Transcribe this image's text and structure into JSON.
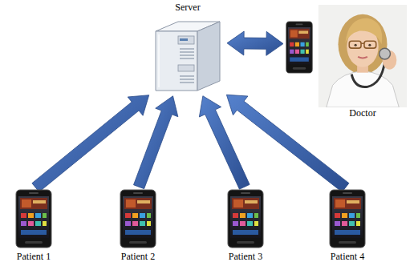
{
  "diagram": {
    "nodes": [
      {
        "text": [
          "Server"
        ]
      },
      {
        "text": [
          "Doctor"
        ]
      },
      {
        "text": [
          "Patient 1"
        ]
      },
      {
        "text": [
          "Patient 2"
        ]
      },
      {
        "text": [
          "Patient 3"
        ]
      },
      {
        "text": [
          "Patient 4"
        ]
      }
    ],
    "edges": [
      {
        "from": 2,
        "to": 0,
        "arrow": "to"
      },
      {
        "from": 3,
        "to": 0,
        "arrow": "to"
      },
      {
        "from": 4,
        "to": 0,
        "arrow": "to"
      },
      {
        "from": 5,
        "to": 0,
        "arrow": "to"
      },
      {
        "from": 0,
        "to": 1,
        "arrow": "both"
      }
    ]
  }
}
